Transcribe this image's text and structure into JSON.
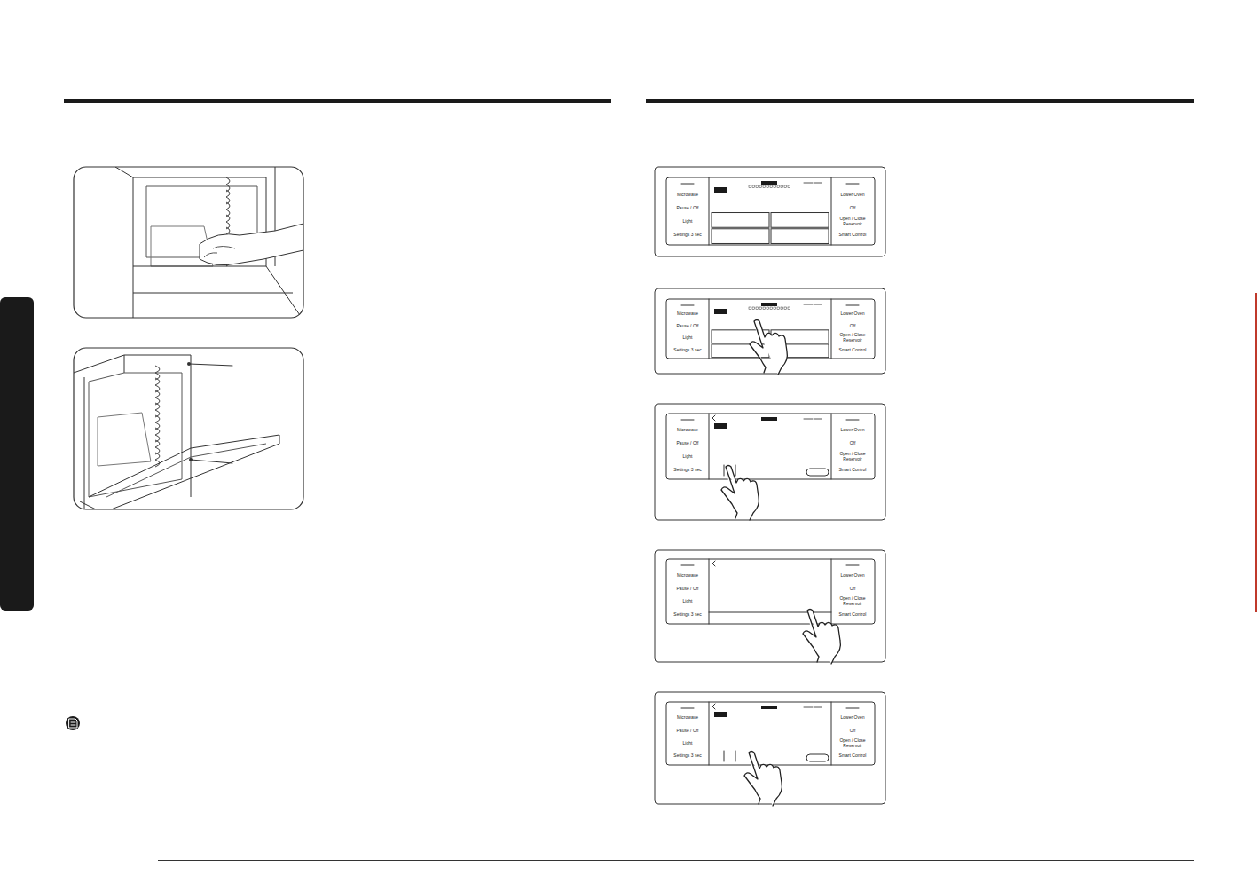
{
  "diagram": {
    "labels": [
      "Microwave",
      "Pause / Off",
      "Light",
      "Settings 3 sec",
      "Lower Oven",
      "Off",
      "Open / Close Reservoir",
      "Smart Control",
      "Microwave",
      "Pause / Off",
      "Light",
      "Settings 3 sec",
      "Lower Oven",
      "Off",
      "Open / Close Reservoir",
      "Smart Control",
      "Microwave",
      "Pause / Off",
      "Light",
      "Settings 3 sec",
      "Lower Oven",
      "Off",
      "Open / Close Reservoir",
      "Smart Control",
      "Microwave",
      "Pause / Off",
      "Light",
      "Settings 3 sec",
      "Lower Oven",
      "Off",
      "Open / Close Reservoir",
      "Smart Control",
      "Microwave",
      "Pause / Off",
      "Light",
      "Settings 3 sec",
      "Lower Oven",
      "Off",
      "Open / Close Reservoir",
      "Smart Control"
    ]
  }
}
